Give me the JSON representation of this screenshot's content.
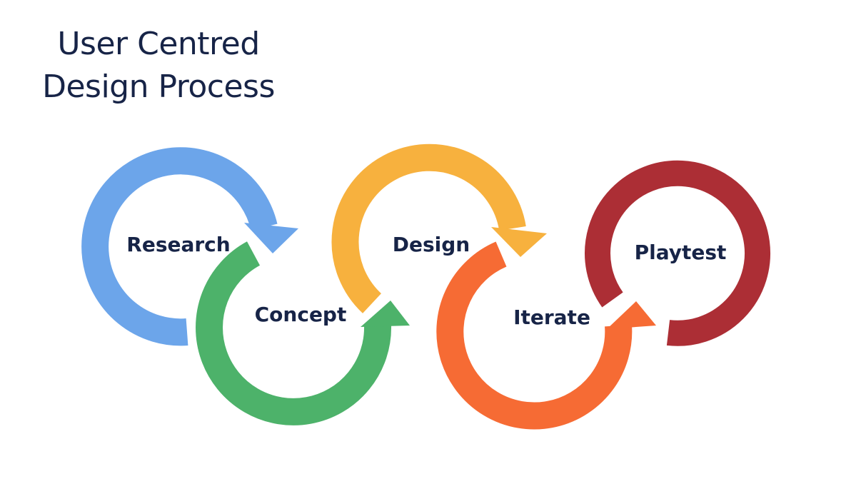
{
  "title": {
    "line1": "User Centred",
    "line2": "Design Process"
  },
  "stages": [
    {
      "label": "Research",
      "color": "#6CA5EA"
    },
    {
      "label": "Concept",
      "color": "#4DB26A"
    },
    {
      "label": "Design",
      "color": "#F7B13E"
    },
    {
      "label": "Iterate",
      "color": "#F66B34"
    },
    {
      "label": "Playtest",
      "color": "#AC2E35"
    }
  ]
}
